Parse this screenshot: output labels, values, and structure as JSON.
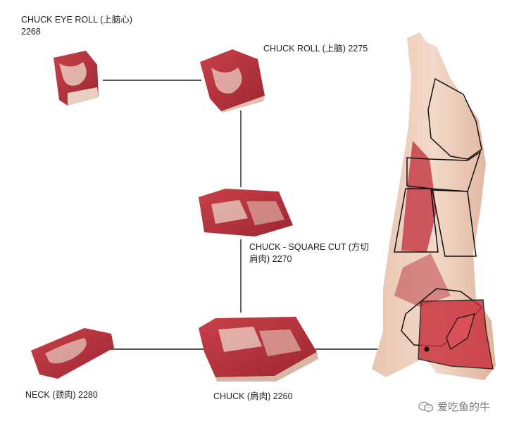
{
  "cuts": {
    "chuck_eye_roll": {
      "name": "CHUCK EYE ROLL (上脑心)",
      "code": "2268"
    },
    "chuck_roll": {
      "label": "CHUCK ROLL (上脑) 2275"
    },
    "square_cut": {
      "line1": "CHUCK - SQUARE CUT (方切",
      "line2": "肩肉) 2270"
    },
    "neck": {
      "label": "NECK (颈肉) 2280"
    },
    "chuck": {
      "label": "CHUCK (肩肉) 2260"
    }
  },
  "watermark": {
    "text": "爱吃鱼的牛",
    "icon": "wechat-icon"
  },
  "colors": {
    "meat_red": "#b8323a",
    "meat_dark": "#8e1f27",
    "fat": "#f1e3d6",
    "highlight": "#c8303a",
    "connector": "#222222"
  }
}
